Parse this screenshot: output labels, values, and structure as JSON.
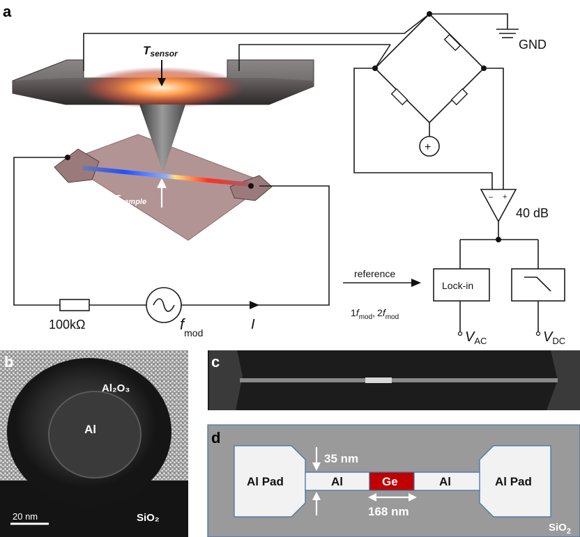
{
  "panels": {
    "a": "a",
    "b": "b",
    "c": "c",
    "d": "d"
  },
  "panel_a": {
    "t_sensor": "T",
    "t_sensor_sub": "sensor",
    "t_sample": "T",
    "t_sample_sub": "sample",
    "gnd": "GND",
    "amp_gain": "40 dB",
    "amp_minus": "–",
    "amp_plus": "+",
    "source_plus": "+",
    "lockin": "Lock-in",
    "reference": "reference",
    "harmonics": {
      "one": "1",
      "f1": "f",
      "mod1": "mod",
      "comma": ",",
      "two": "2",
      "f2": "f",
      "mod2": "mod"
    },
    "resistor": "100kΩ",
    "f_mod": "f",
    "f_mod_sub": "mod",
    "current": "I",
    "v_ac": "V",
    "v_ac_sub": "AC",
    "v_dc": "V",
    "v_dc_sub": "DC"
  },
  "panel_b": {
    "al2o3": "Al₂O₃",
    "al": "Al",
    "sio2": "SiO₂",
    "scale": "20 nm"
  },
  "panel_d": {
    "pad_left": "Al Pad",
    "pad_right": "Al Pad",
    "al_left": "Al",
    "al_right": "Al",
    "ge": "Ge",
    "thickness": "35 nm",
    "length": "168 nm",
    "substrate": "SiO",
    "substrate_sub": "2"
  },
  "colors": {
    "ge": "#c00000",
    "substrate": "#9a9a9a",
    "pad": "#f2f2f2",
    "pad_border": "#3d6fa6"
  }
}
